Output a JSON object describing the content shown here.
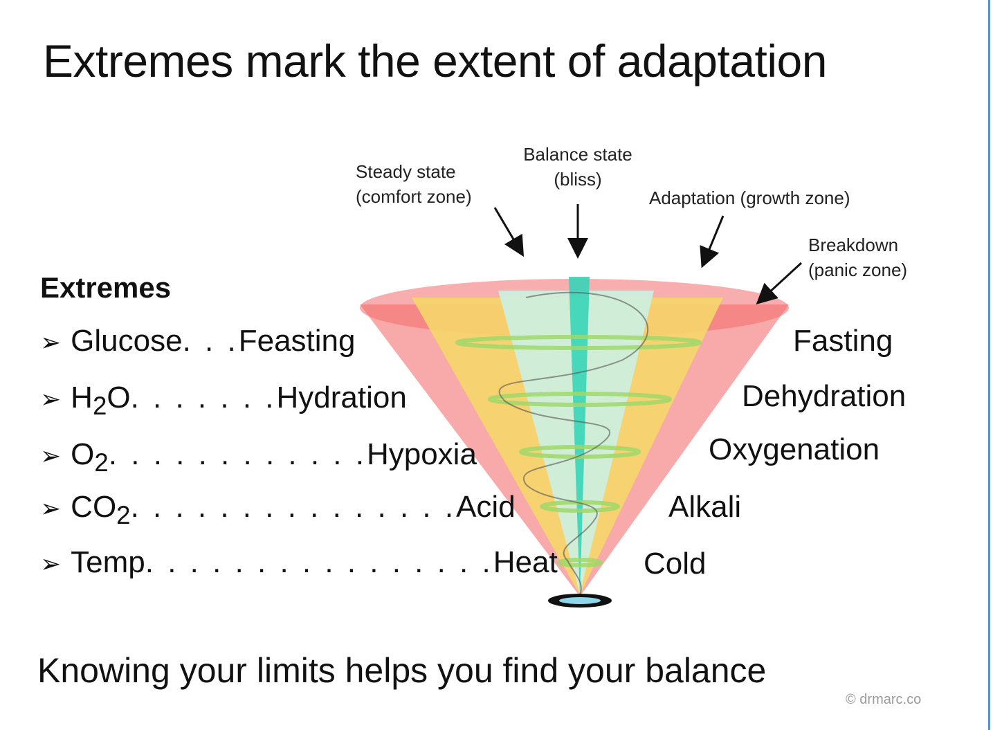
{
  "title": "Extremes mark the extent of adaptation",
  "extremes_heading": "Extremes",
  "bullet_glyph": "➢",
  "rows": [
    {
      "name_html": "Glucose",
      "dots": ". . .",
      "left": "Feasting",
      "right": "Fasting"
    },
    {
      "name_html": "H<sub>2</sub>O",
      "dots": ". . . . . . .",
      "left": "Hydration",
      "right": "Dehydration"
    },
    {
      "name_html": "O<sub>2</sub>",
      "dots": ". . . . . . . . . . . .",
      "left": "Hypoxia",
      "right": "Oxygenation"
    },
    {
      "name_html": "CO<sub>2</sub>",
      "dots": ". . . . . . . . . . . . . . .",
      "left": "Acid",
      "right": "Alkali"
    },
    {
      "name_html": "Temp",
      "dots": ". . . . . . . . . . . . . . . .",
      "left": "Heat",
      "right": "Cold"
    }
  ],
  "annotations": {
    "steady_line1": "Steady state",
    "steady_line2": "(comfort zone)",
    "balance_line1": "Balance state",
    "balance_line2": "(bliss)",
    "adaptation": "Adaptation (growth zone)",
    "breakdown_line1": "Breakdown",
    "breakdown_line2": "(panic zone)"
  },
  "footer": "Knowing your limits helps you find your balance",
  "copyright": "© drmarc.co",
  "colors": {
    "panic": "#f79a9a",
    "growth": "#f6d66a",
    "comfort": "#cdeedd",
    "bliss": "#37d4b8",
    "rim": "#f26b6b",
    "rings": "#9fd86a",
    "frame": "#5b8fd6"
  }
}
